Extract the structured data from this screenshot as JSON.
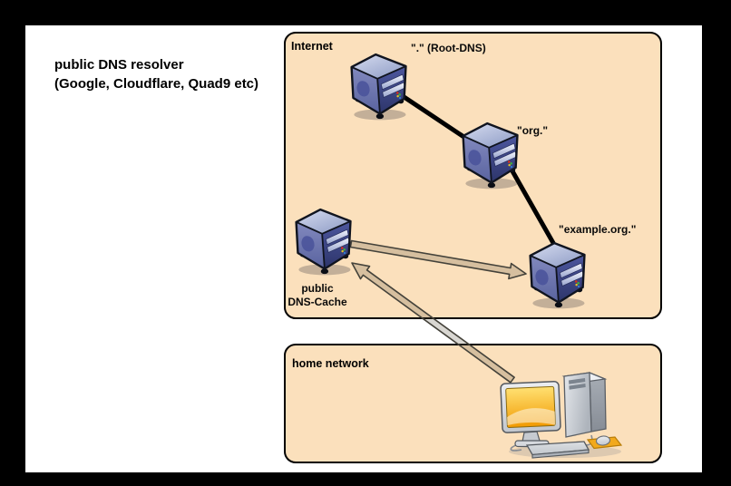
{
  "title": {
    "line1": "public DNS resolver",
    "line2": "(Google, Cloudflare, Quad9 etc)"
  },
  "groups": {
    "internet": {
      "label": "Internet"
    },
    "home": {
      "label": "home network"
    }
  },
  "nodes": {
    "root": {
      "label": "\".\" (Root-DNS)",
      "icon": "server-icon"
    },
    "org": {
      "label": "\"org.\"",
      "icon": "server-icon"
    },
    "example": {
      "label": "\"example.org.\"",
      "icon": "server-icon"
    },
    "cache": {
      "label_line1": "public",
      "label_line2": "DNS-Cache",
      "icon": "server-icon"
    },
    "home_pc": {
      "icon": "desktop-computer-icon"
    }
  },
  "edges": [
    {
      "from": "root",
      "to": "org",
      "style": "thick-black-line"
    },
    {
      "from": "org",
      "to": "example",
      "style": "thick-black-line"
    },
    {
      "from": "cache",
      "to": "example",
      "style": "outlined-arrow"
    },
    {
      "from": "home_pc",
      "to": "cache",
      "style": "outlined-arrow"
    }
  ],
  "colors": {
    "page_background": "#000000",
    "canvas_background": "#ffffff",
    "group_fill": "#fbe0bc",
    "group_border": "#000000",
    "connector_line": "#000000",
    "arrow_fill": "rgba(95,88,68,0.24)",
    "arrow_outline": "#44423a",
    "server_front": "#2d356a",
    "server_side": "#5a64a2",
    "server_top": "#96a1c8",
    "screen_top": "#ffe071",
    "screen_bottom": "#f19a02",
    "mousepad": "#f2a91c"
  }
}
